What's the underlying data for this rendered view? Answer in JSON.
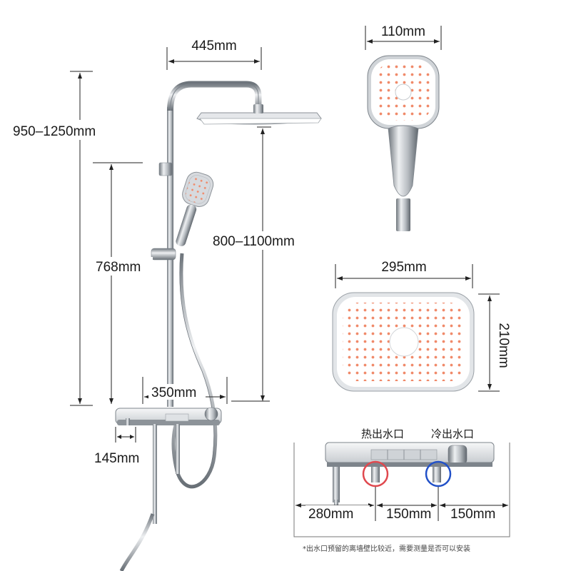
{
  "dimensions": {
    "arm_length": "445mm",
    "total_height": "950–1250mm",
    "slide_bar_height": "768mm",
    "adjustable_height": "800–1100mm",
    "shelf_width": "350mm",
    "mixer_depth": "145mm",
    "hand_shower_width": "110mm",
    "top_shower_width": "295mm",
    "top_shower_depth": "210mm",
    "inlet_left": "280mm",
    "inlet_center": "150mm",
    "inlet_right": "150mm"
  },
  "labels": {
    "hot_inlet": "热出水口",
    "cold_inlet": "冷出水口"
  },
  "note": "*出水口预留的离墙壁比较近，需要测量是否可以安装",
  "colors": {
    "hot": "#e0484e",
    "cold": "#2251c8",
    "chrome": "#9aa0a6"
  }
}
